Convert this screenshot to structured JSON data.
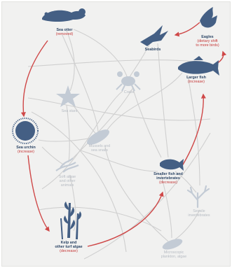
{
  "colors": {
    "background": "#f1f1f0",
    "species_active": "#445f84",
    "species_faint": "#c3cbd5",
    "link_faint": "#cacaca",
    "arrow_effect": "#cf4848",
    "label_main": "#2d4666",
    "label_effect": "#c63a3a"
  },
  "nodes": {
    "sea_otter": {
      "name": "Sea otter",
      "effect": "(removed)",
      "icon": "otter-icon"
    },
    "seabirds": {
      "name": "Seabirds",
      "effect": "",
      "icon": "seabird-icon"
    },
    "eagles": {
      "name": "Eagles",
      "effect": "(dietary shift to more birds)",
      "effect_lines": [
        "(dietary shift",
        "to more birds)"
      ],
      "icon": "eagle-icon"
    },
    "larger_fish": {
      "name": "Larger fish",
      "effect": "(increase)",
      "icon": "fish-icon"
    },
    "crabs": {
      "name": "Crabs",
      "effect": "",
      "icon": "crab-icon"
    },
    "sea_stars": {
      "name": "Sea stars",
      "effect": "",
      "icon": "starfish-icon"
    },
    "sea_urchin": {
      "name": "Sea urchin",
      "effect": "(increase)",
      "icon": "urchin-icon"
    },
    "mussels": {
      "name": "Mussels and sea snails",
      "lines": [
        "Mussels and",
        "sea snails"
      ],
      "effect": "",
      "icon": "mussel-icon"
    },
    "soft_algae": {
      "name": "Soft algae and other animals",
      "lines": [
        "Soft algae",
        "and other",
        "animals"
      ],
      "effect": "",
      "icon": "algae-icon"
    },
    "smaller_fish": {
      "name": "Smaller fish and invertebrates",
      "lines": [
        "Smaller fish and",
        "invertebrates"
      ],
      "effect": "(decrease)",
      "icon": "small-fish-icon"
    },
    "sessile": {
      "name": "Sessile invertebrates",
      "lines": [
        "Sessile",
        "invertebrates"
      ],
      "effect": "",
      "icon": "coral-icon"
    },
    "kelp": {
      "name": "Kelp and other turf algae",
      "lines": [
        "Kelp and",
        "other turf algae"
      ],
      "effect": "(decrease)",
      "icon": "kelp-icon"
    },
    "microscopic": {
      "name": "Microscopic plankton, algae",
      "lines": [
        "Microscopic",
        "plankton, algae"
      ],
      "effect": "",
      "icon": "plankton-icon"
    }
  }
}
